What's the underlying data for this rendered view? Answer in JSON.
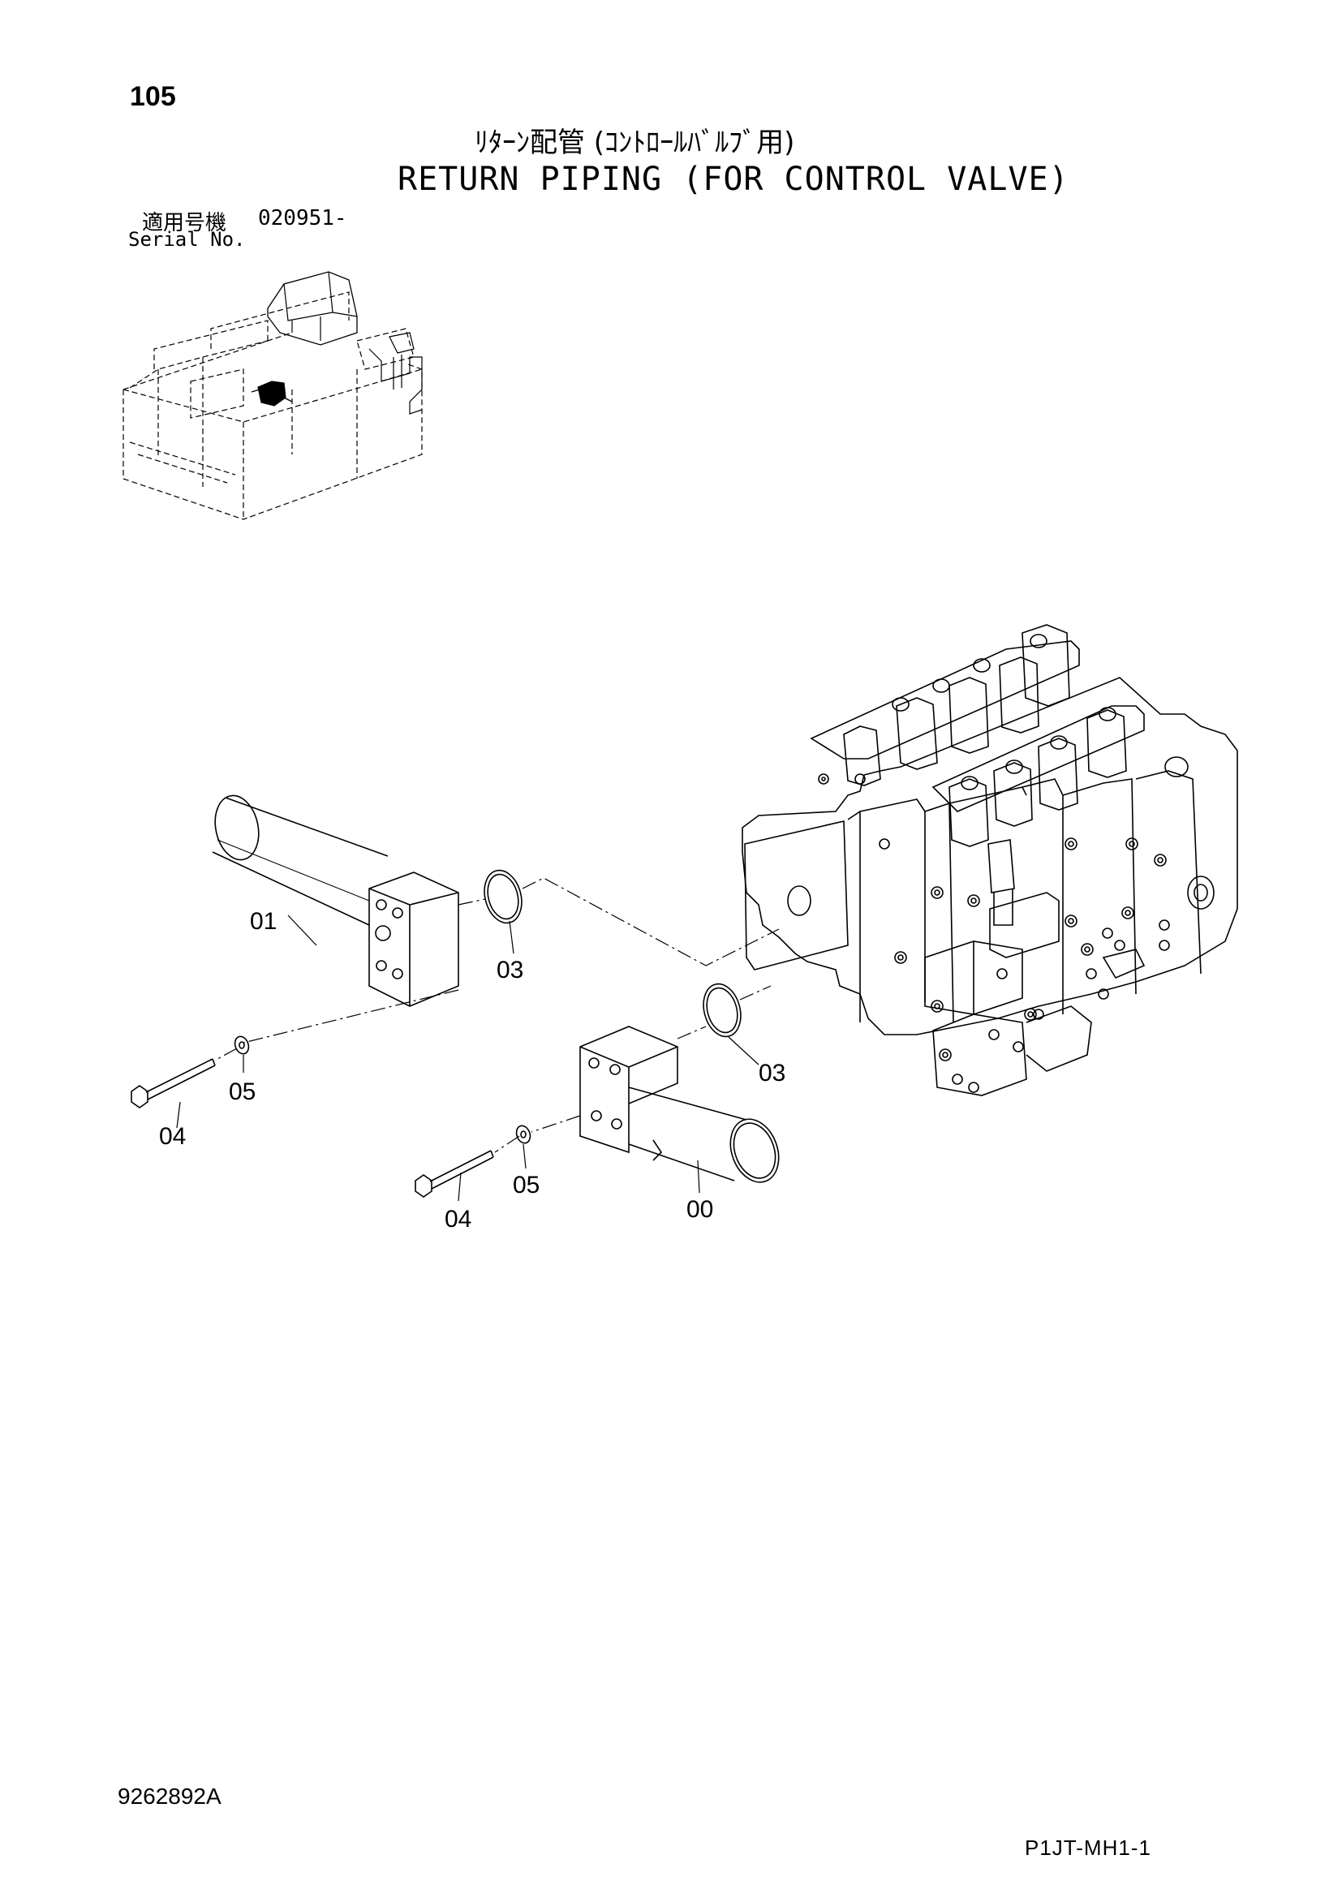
{
  "header": {
    "page_number": "105",
    "title_jp": "ﾘﾀｰﾝ配管 (ｺﾝﾄﾛｰﾙﾊﾞﾙﾌﾞ用)",
    "title_en": "RETURN PIPING (FOR CONTROL VALVE)",
    "serial_label_jp": "適用号機",
    "serial_value": "020951-",
    "serial_label_en": "Serial No."
  },
  "callouts": {
    "c00": "00",
    "c01": "01",
    "c03a": "03",
    "c03b": "03",
    "c04a": "04",
    "c04b": "04",
    "c05a": "05",
    "c05b": "05"
  },
  "footer": {
    "drawing_number": "9262892A",
    "page_code": "P1JT-MH1-1"
  }
}
